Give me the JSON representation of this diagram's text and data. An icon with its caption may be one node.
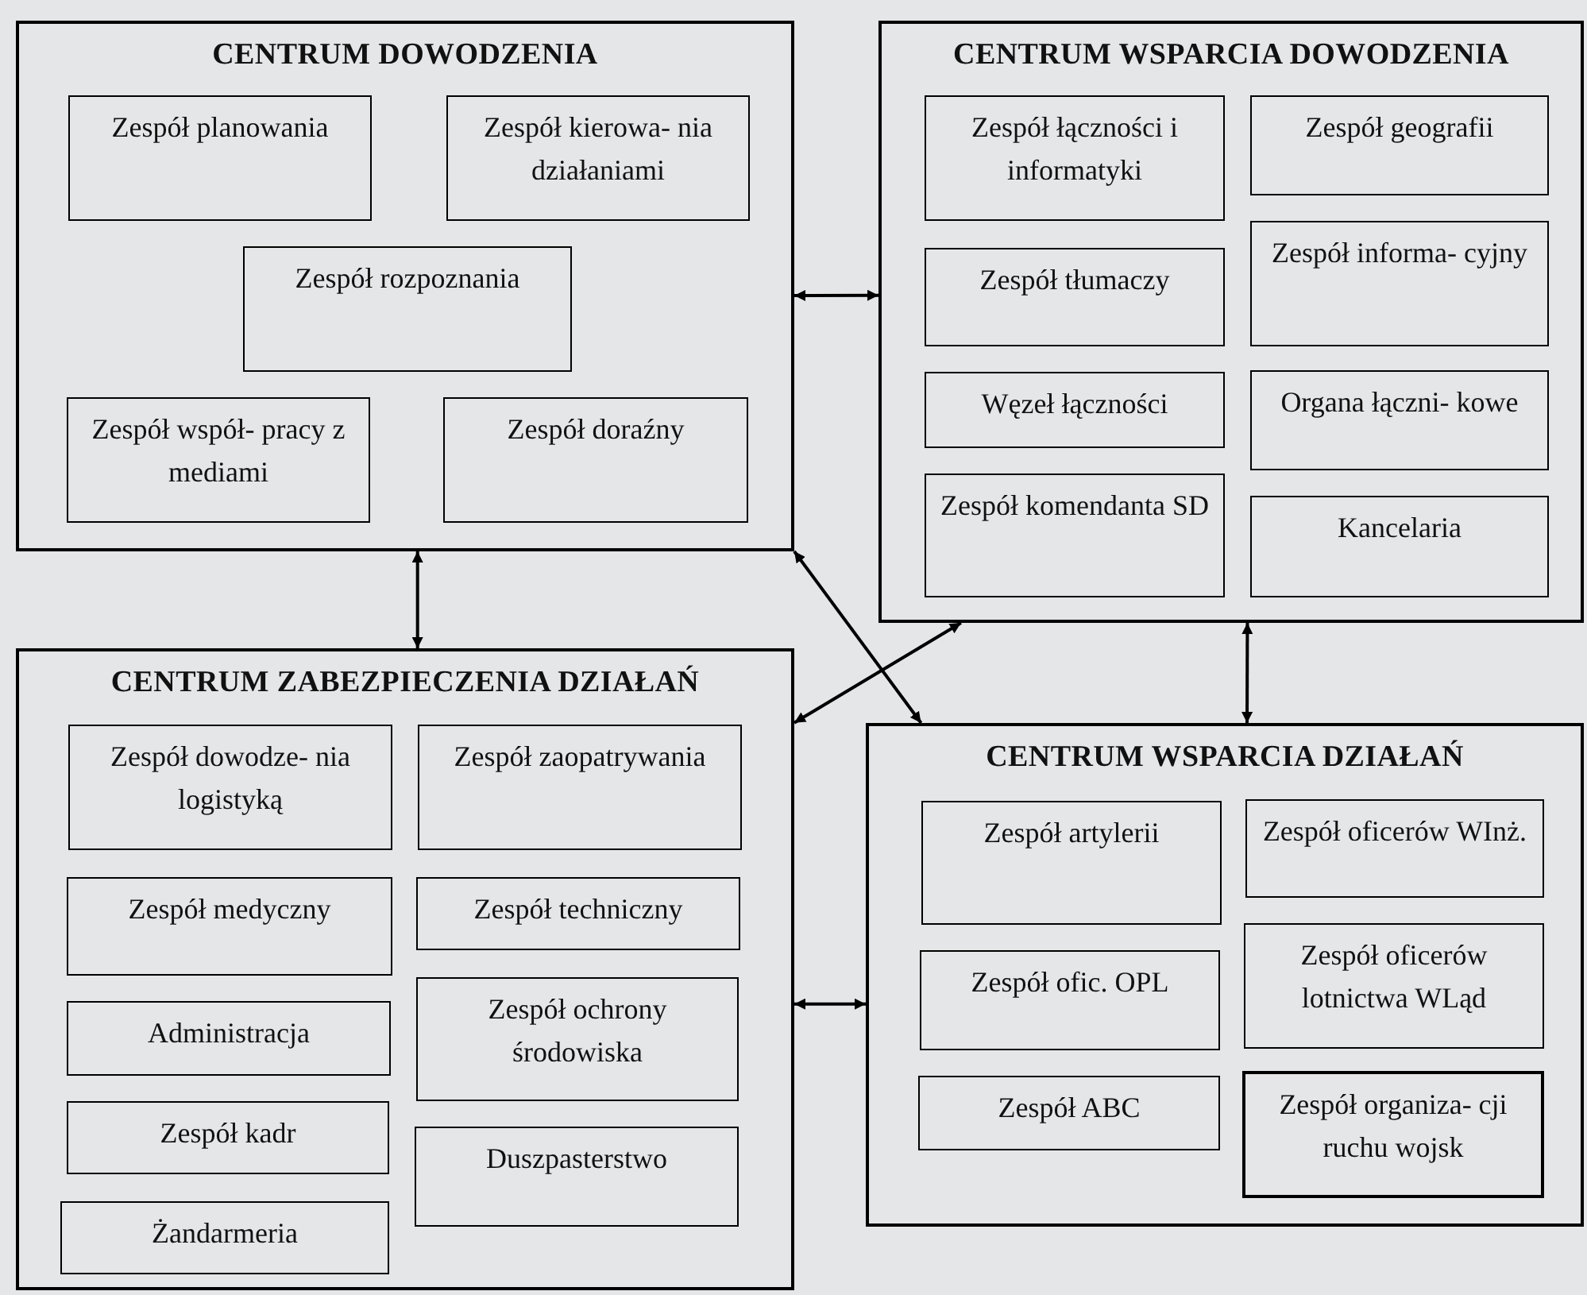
{
  "diagram": {
    "nodes": [
      {
        "text": [
          "CENTRUM DOWODZENIA"
        ]
      },
      {
        "text": [
          "Zespół planowania"
        ],
        "in": 0
      },
      {
        "text": [
          "Zespół kierowa- nia działaniami"
        ],
        "in": 0
      },
      {
        "text": [
          "Zespół rozpoznania"
        ],
        "in": 0
      },
      {
        "text": [
          "Zespół współ- pracy z mediami"
        ],
        "in": 0
      },
      {
        "text": [
          "Zespół doraźny"
        ],
        "in": 0
      },
      {
        "text": [
          "CENTRUM WSPARCIA DOWODZENIA"
        ]
      },
      {
        "text": [
          "Zespół łączności i informatyki"
        ],
        "in": 6
      },
      {
        "text": [
          "Zespół geografii"
        ],
        "in": 6
      },
      {
        "text": [
          "Zespół tłumaczy"
        ],
        "in": 6
      },
      {
        "text": [
          "Zespół informa- cyjny"
        ],
        "in": 6
      },
      {
        "text": [
          "Węzeł łączności"
        ],
        "in": 6
      },
      {
        "text": [
          "Organa łączni- kowe"
        ],
        "in": 6
      },
      {
        "text": [
          "Zespół komendanta SD"
        ],
        "in": 6
      },
      {
        "text": [
          "Kancelaria"
        ],
        "in": 6
      },
      {
        "text": [
          "CENTRUM ZABEZPIECZENIA DZIAŁAŃ"
        ]
      },
      {
        "text": [
          "Zespół dowodze- nia logistyką"
        ],
        "in": 15
      },
      {
        "text": [
          "Zespół zaopatrywania"
        ],
        "in": 15
      },
      {
        "text": [
          "Zespół medyczny"
        ],
        "in": 15
      },
      {
        "text": [
          "Zespół techniczny"
        ],
        "in": 15
      },
      {
        "text": [
          "Administracja"
        ],
        "in": 15
      },
      {
        "text": [
          "Zespół ochrony środowiska"
        ],
        "in": 15
      },
      {
        "text": [
          "Zespół kadr"
        ],
        "in": 15
      },
      {
        "text": [
          "Duszpasterstwo"
        ],
        "in": 15
      },
      {
        "text": [
          "Żandarmeria"
        ],
        "in": 15
      },
      {
        "text": [
          "CENTRUM WSPARCIA DZIAŁAŃ"
        ]
      },
      {
        "text": [
          "Zespół artylerii"
        ],
        "in": 25
      },
      {
        "text": [
          "Zespół oficerów WInż."
        ],
        "in": 25
      },
      {
        "text": [
          "Zespół ofic. OPL"
        ],
        "in": 25
      },
      {
        "text": [
          "Zespół oficerów lotnictwa WLąd"
        ],
        "in": 25
      },
      {
        "text": [
          "Zespół ABC"
        ],
        "in": 25
      },
      {
        "text": [
          "Zespół organiza- cji ruchu wojsk"
        ],
        "in": 25
      }
    ],
    "edges": [
      {
        "from": 0,
        "to": 6,
        "arrow": "both"
      },
      {
        "from": 0,
        "to": 15,
        "arrow": "both"
      },
      {
        "from": 0,
        "to": 25,
        "arrow": "both"
      },
      {
        "from": 15,
        "to": 6,
        "arrow": "both"
      },
      {
        "from": 6,
        "to": 25,
        "arrow": "both"
      },
      {
        "from": 15,
        "to": 25,
        "arrow": "both"
      }
    ]
  }
}
